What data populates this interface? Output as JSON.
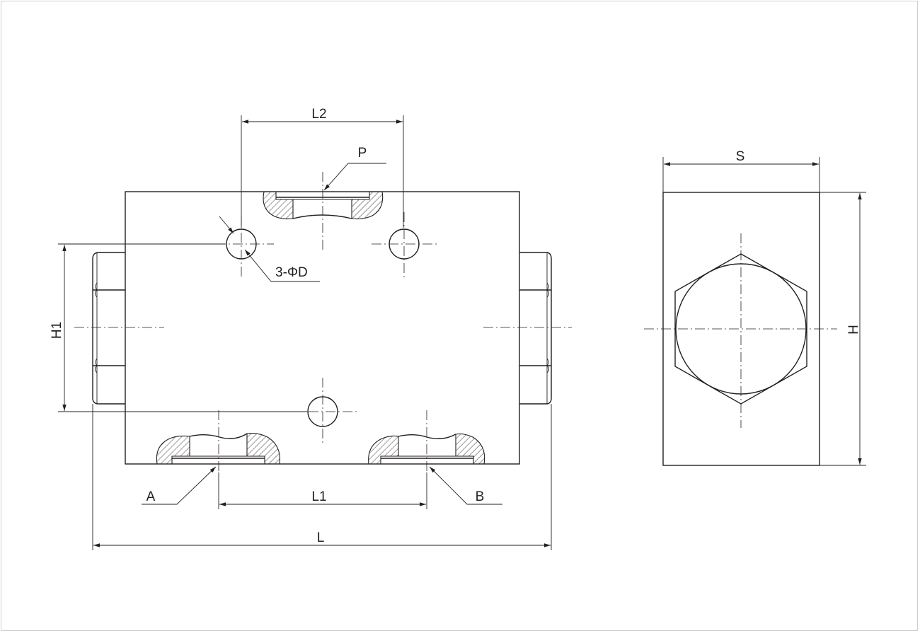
{
  "labels": {
    "l2": "L2",
    "p": "P",
    "dia": "3-ΦD",
    "h1": "H1",
    "a": "A",
    "l1": "L1",
    "b": "B",
    "l": "L",
    "s": "S",
    "h": "H"
  },
  "colors": {
    "line": "#231f20",
    "border": "#cfcfcf"
  }
}
